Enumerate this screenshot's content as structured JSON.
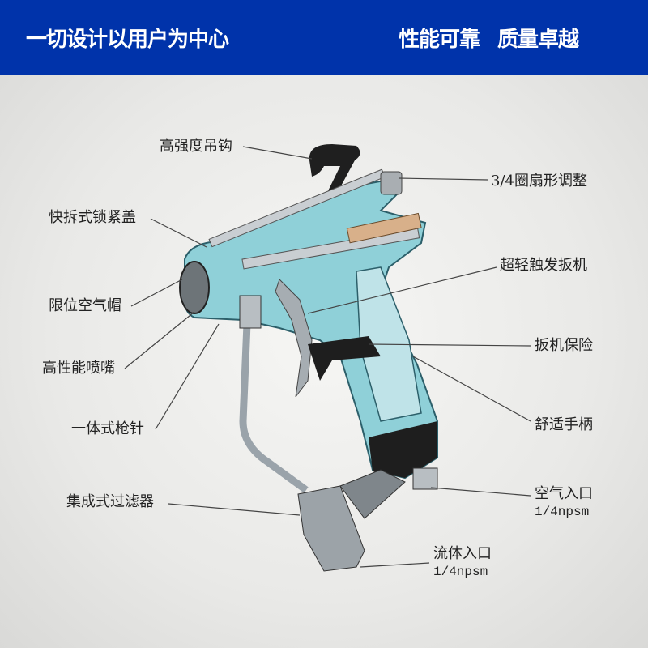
{
  "header": {
    "left_slogan": "一切设计以用户为中心",
    "right_slogan_1": "性能可靠",
    "right_slogan_2": "质量卓越"
  },
  "colors": {
    "header_bg": "#0033aa",
    "body_teal": "#8fd0d8",
    "handle_black": "#1e1e1e"
  },
  "labels": {
    "hook": "高强度吊钩",
    "fan_adjust": "3/4圈扇形调整",
    "lock_cap": "快拆式锁紧盖",
    "trigger": "超轻触发扳机",
    "air_cap": "限位空气帽",
    "trigger_lock": "扳机保险",
    "nozzle": "高性能喷嘴",
    "handle": "舒适手柄",
    "needle": "一体式枪针",
    "air_inlet": "空气入口",
    "air_inlet_size": "1/4npsm",
    "filter": "集成式过滤器",
    "fluid_inlet": "流体入口",
    "fluid_inlet_size": "1/4npsm"
  }
}
